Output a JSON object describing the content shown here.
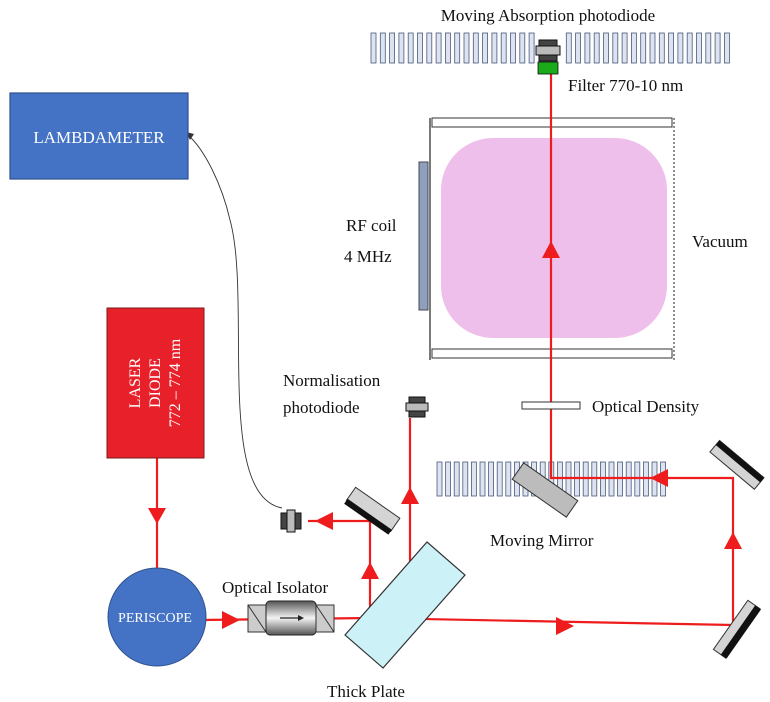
{
  "labels": {
    "lambdameter": "LAMBDAMETER",
    "laser_line1": "LASER",
    "laser_line2": "DIODE",
    "laser_line3": "772 – 774 nm",
    "periscope": "PERISCOPE",
    "optical_isolator": "Optical Isolator",
    "thick_plate": "Thick Plate",
    "normalisation_line1": "Normalisation",
    "normalisation_line2": "photodiode",
    "moving_mirror": "Moving Mirror",
    "optical_density": "Optical Density",
    "rf_coil_line1": "RF coil",
    "rf_coil_line2": "4 MHz",
    "vacuum": "Vacuum",
    "moving_absorption": "Moving Absorption photodiode",
    "filter": "Filter 770-10 nm"
  },
  "colors": {
    "beam": "#ee1c1c",
    "box_blue": "#4472c4",
    "laser_red": "#e8202a",
    "cell_pink": "#efbfec",
    "filter_green": "#1aaa1a",
    "plate_fill": "#ccf2f8"
  },
  "icons": {
    "photodiode": "photodiode-icon",
    "mirror": "mirror-icon",
    "isolator": "isolator-icon"
  }
}
